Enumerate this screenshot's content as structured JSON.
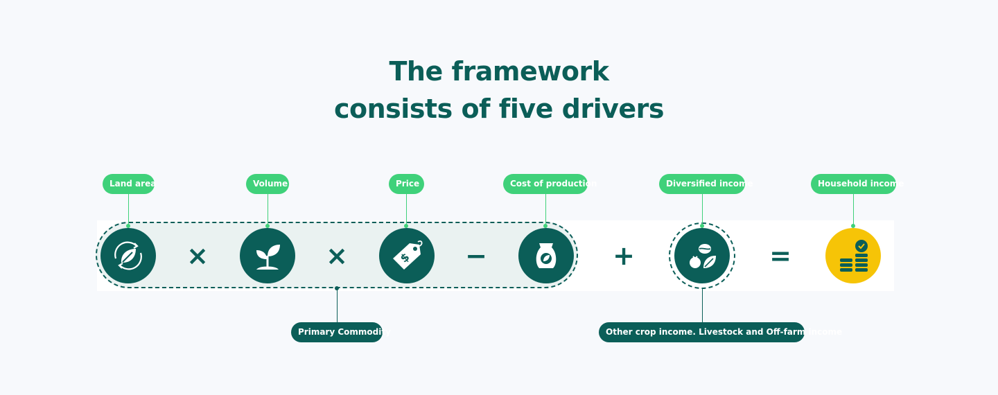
{
  "title": {
    "line1": "The framework",
    "line2": "consists of five drivers"
  },
  "drivers": [
    {
      "label": "Land area",
      "icon": "leaf-cycle-icon"
    },
    {
      "label": "Volume",
      "icon": "sprout-icon"
    },
    {
      "label": "Price",
      "icon": "price-tag-icon"
    },
    {
      "label": "Cost of production",
      "icon": "seed-bag-icon"
    },
    {
      "label": "Diversified income",
      "icon": "crops-icon"
    },
    {
      "label": "Household income",
      "icon": "coins-icon"
    }
  ],
  "operators": [
    "×",
    "×",
    "−",
    "+",
    "="
  ],
  "groups": {
    "primary": "Primary Commodity",
    "other": "Other crop income. Livestock and Off-farm income"
  },
  "colors": {
    "dark_green": "#0b5e58",
    "light_green": "#3fd17a",
    "gold": "#f6c407",
    "group_fill": "#eaf2f1"
  }
}
